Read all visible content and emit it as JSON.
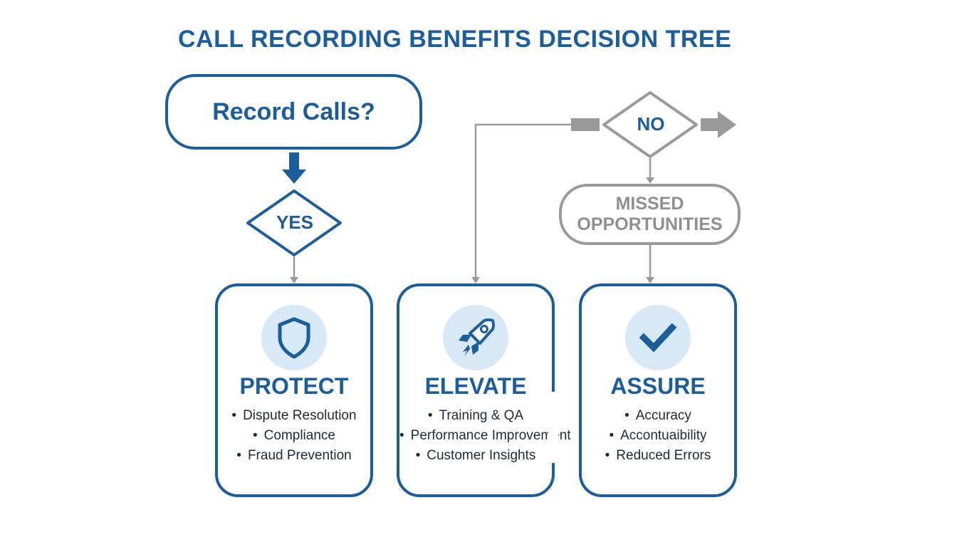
{
  "title": "CALL RECORDING BENEFITS DECISION TREE",
  "question": "Record Calls?",
  "yes_label": "YES",
  "no_label": "NO",
  "missed": {
    "line1": "MISSED",
    "line2": "OPPORTUNITIES"
  },
  "colors": {
    "primary": "#1c5d9c",
    "gray": "#9a9a9a",
    "icon_bg": "#d7e8f7",
    "text": "#1e2a36"
  },
  "cards": [
    {
      "icon": "shield-icon",
      "heading": "PROTECT",
      "items": [
        "Dispute Resolution",
        "Compliance",
        "Fraud Prevention"
      ]
    },
    {
      "icon": "rocket-icon",
      "heading": "ELEVATE",
      "items": [
        "Training & QA",
        "Performance Improvement",
        "Customer Insights"
      ]
    },
    {
      "icon": "checkmark-icon",
      "heading": "ASSURE",
      "items": [
        "Accuracy",
        "Accontuaibility",
        "Reduced Errors"
      ]
    }
  ]
}
